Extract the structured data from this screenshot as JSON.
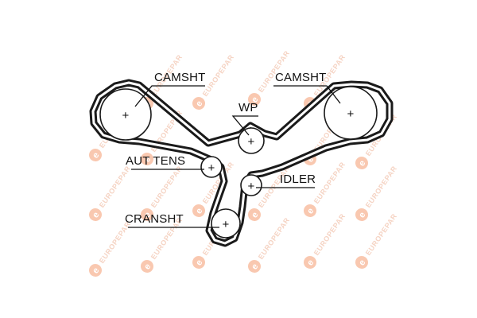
{
  "colors": {
    "ink": "#111111",
    "belt": "#1a1a1a",
    "watermark": "#f3c9b5",
    "watermark_badge": "#f7b596"
  },
  "watermark": {
    "text": "EUROPEPAR",
    "badge_letter": "e"
  },
  "labels": {
    "camsht_left": "CAMSHT",
    "camsht_right": "CAMSHT",
    "wp": "WP",
    "aut_tens": "AUT TENS",
    "idler": "IDLER",
    "cranksht": "CRANSHT"
  },
  "pulley_marker": "+"
}
